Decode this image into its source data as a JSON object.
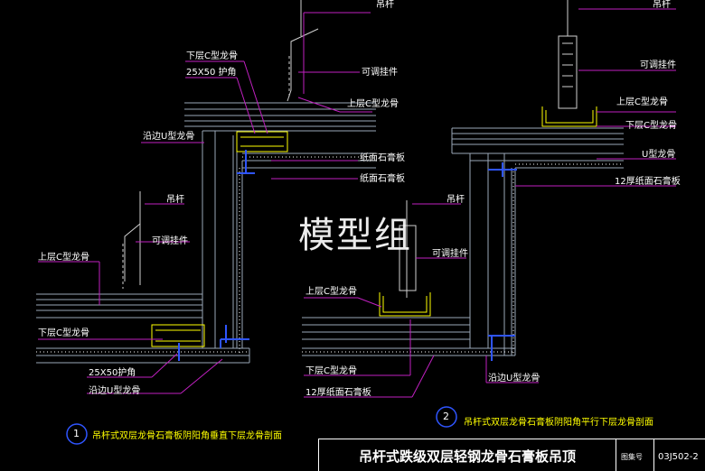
{
  "watermark": "模型组",
  "left_detail": {
    "number": "1",
    "caption": "吊杆式双层龙骨石膏板阴阳角垂直下层龙骨剖面",
    "labels": {
      "hanger_rod_top": "吊杆",
      "lower_c_joist_top": "下层C型龙骨",
      "angle_bead_top": "25X50 护角",
      "adjustable_hanger_top": "可调挂件",
      "upper_c_joist_top": "上层C型龙骨",
      "edge_u_joist_top": "沿边U型龙骨",
      "gypsum_board_1": "纸面石膏板",
      "gypsum_board_2": "纸面石膏板",
      "hanger_rod_mid": "吊杆",
      "adjustable_hanger_mid": "可调挂件",
      "upper_c_joist_mid": "上层C型龙骨",
      "lower_c_joist_bottom": "下层C型龙骨",
      "angle_bead_bottom": "25X50护角",
      "edge_u_joist_bottom": "沿边U型龙骨"
    }
  },
  "right_detail": {
    "number": "2",
    "caption": "吊杆式双层龙骨石膏板阴阳角平行下层龙骨剖面",
    "labels": {
      "hanger_rod_top": "吊杆",
      "adjustable_hanger_top": "可调挂件",
      "upper_c_joist_top": "上层C型龙骨",
      "lower_c_joist_top": "下层C型龙骨",
      "u_joist": "U型龙骨",
      "board_12mm_top": "12厚纸面石膏板",
      "hanger_rod_mid": "吊杆",
      "adjustable_hanger_mid": "可调挂件",
      "upper_c_joist_mid": "上层C型龙骨",
      "lower_c_joist_bottom": "下层C型龙骨",
      "board_12mm_bottom": "12厚纸面石膏板",
      "edge_u_joist_bottom": "沿边U型龙骨"
    }
  },
  "title_block": {
    "title": "吊杆式跌级双层轻钢龙骨石膏板吊顶",
    "atlas_label": "图集号",
    "atlas_number": "03J502-2"
  }
}
